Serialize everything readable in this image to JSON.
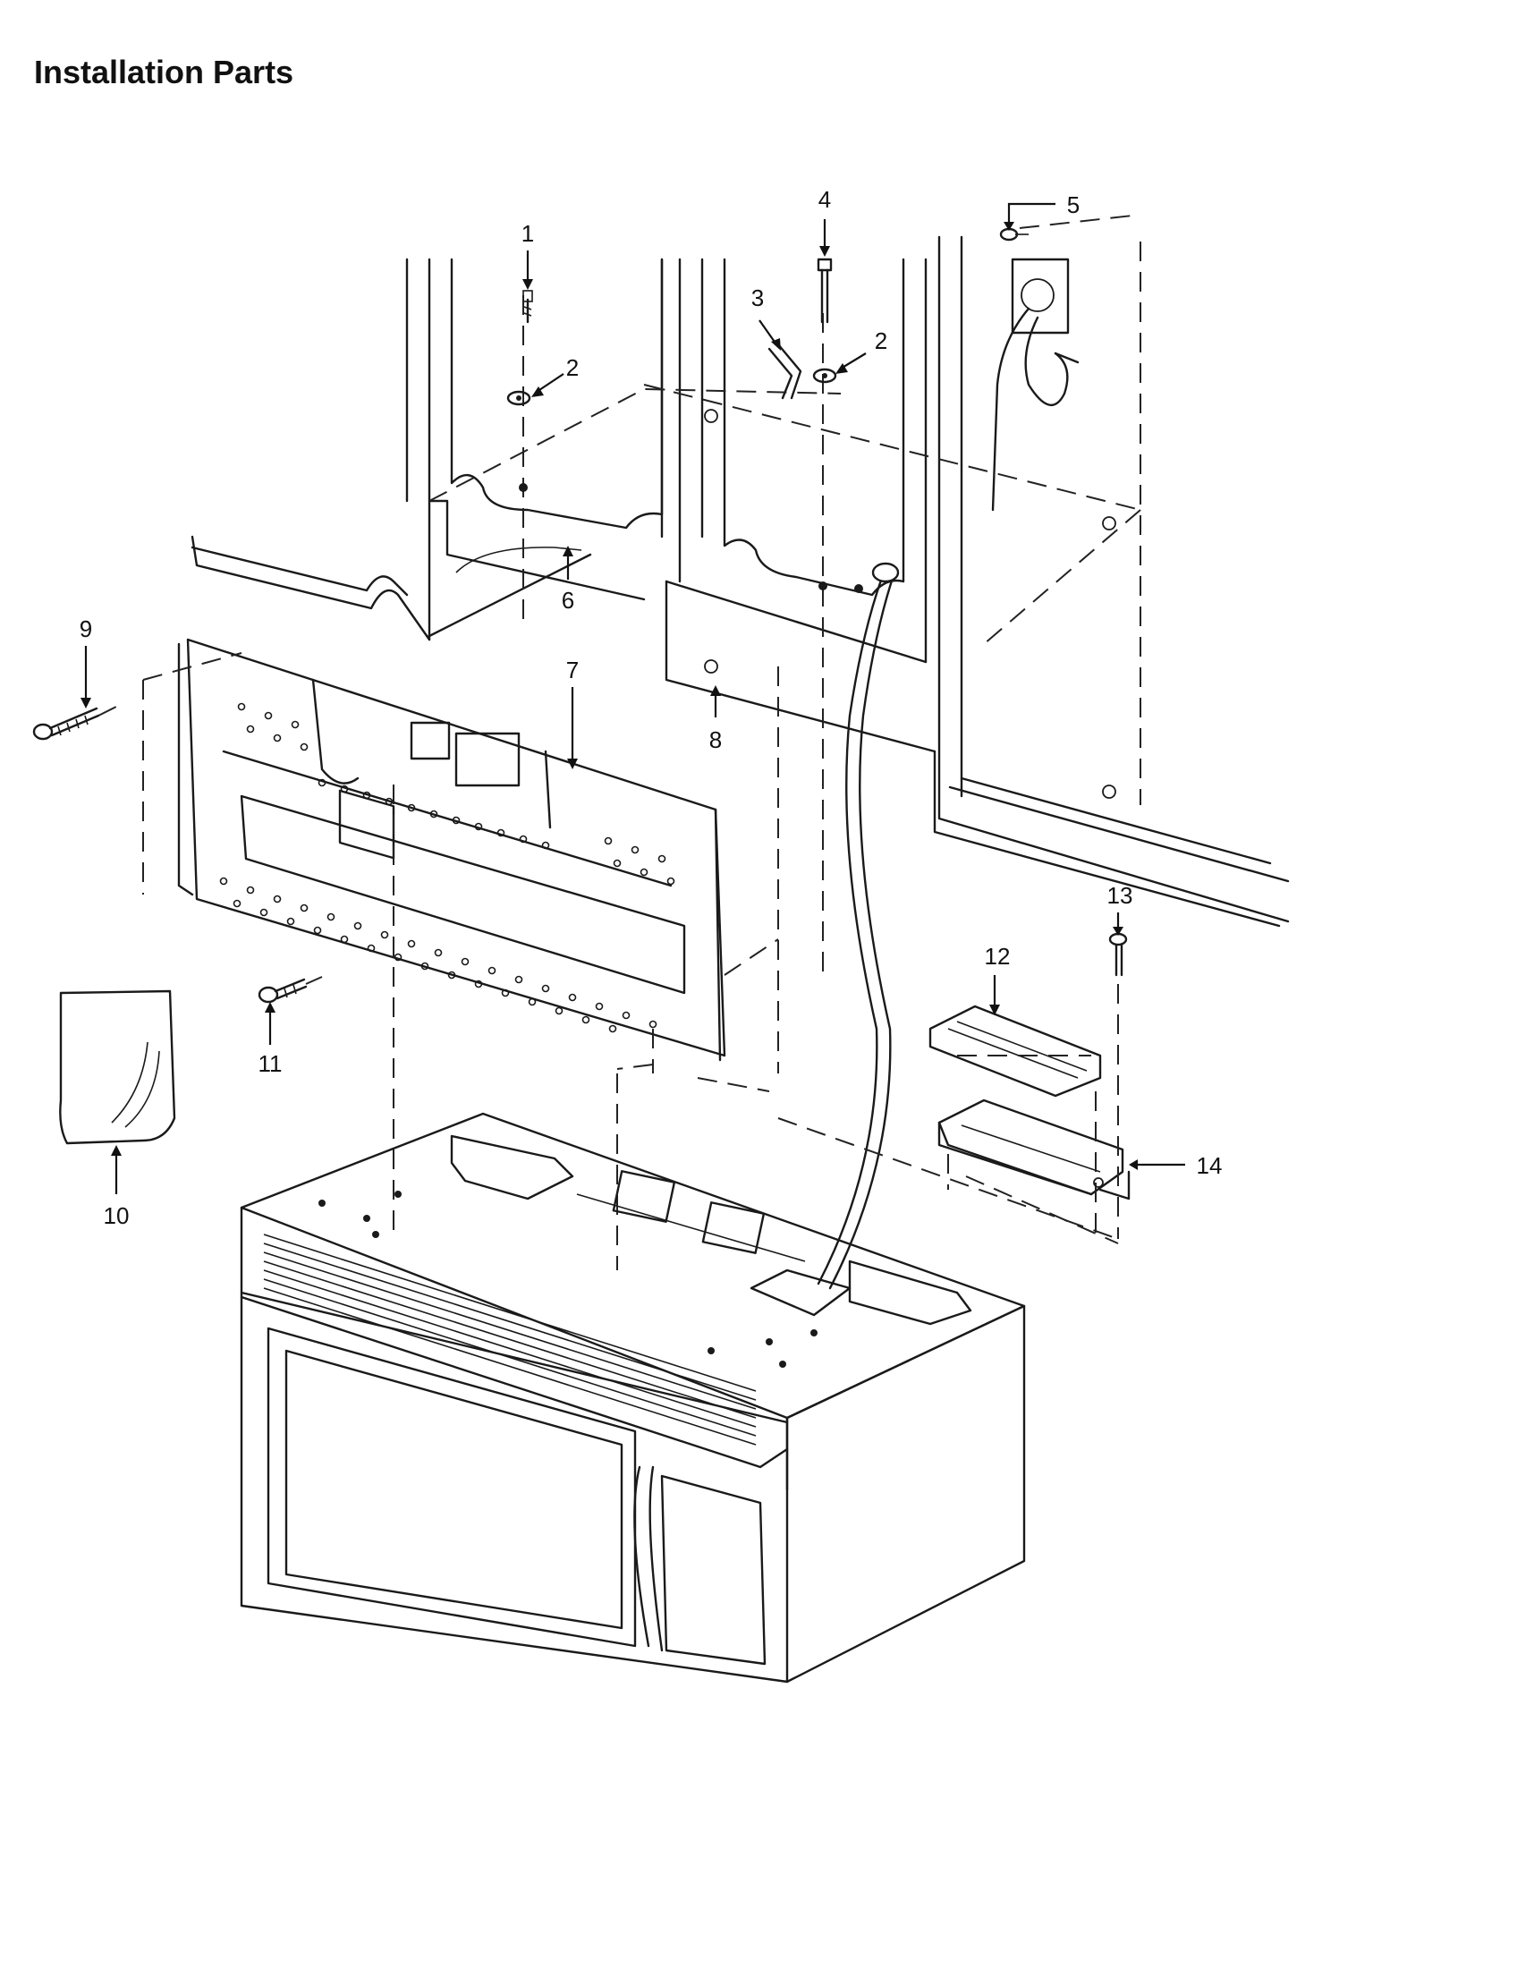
{
  "title": "Installation Parts",
  "callouts": [
    {
      "id": "1",
      "label": "1"
    },
    {
      "id": "2a",
      "label": "2"
    },
    {
      "id": "2b",
      "label": "2"
    },
    {
      "id": "3",
      "label": "3"
    },
    {
      "id": "4",
      "label": "4"
    },
    {
      "id": "5",
      "label": "5"
    },
    {
      "id": "6",
      "label": "6"
    },
    {
      "id": "7",
      "label": "7"
    },
    {
      "id": "8",
      "label": "8"
    },
    {
      "id": "9",
      "label": "9"
    },
    {
      "id": "10",
      "label": "10"
    },
    {
      "id": "11",
      "label": "11"
    },
    {
      "id": "12",
      "label": "12"
    },
    {
      "id": "13",
      "label": "13"
    },
    {
      "id": "14",
      "label": "14"
    }
  ]
}
